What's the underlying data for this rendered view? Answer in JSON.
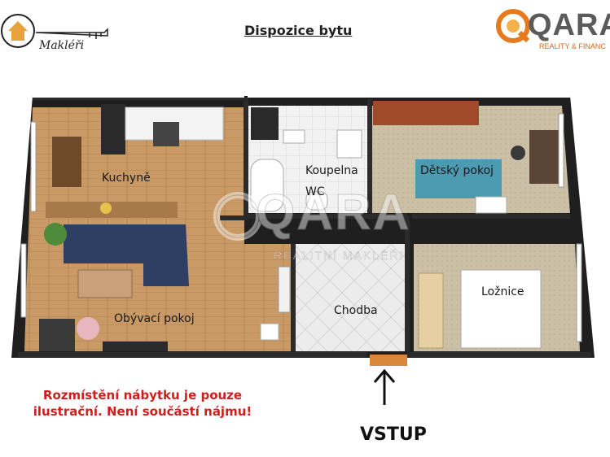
{
  "header": {
    "title": "Dispozice bytu",
    "left_logo_text": "Makléři",
    "right_logo_brand": "QARA",
    "right_logo_sub": "REALITY & FINANC"
  },
  "watermark": {
    "brand": "QARA",
    "sub": "REALITNÍ MAKLÉŘI"
  },
  "rooms": {
    "kitchen": "Kuchyně",
    "bathroom": "Koupelna",
    "wc": "WC",
    "kids_room": "Dětský pokoj",
    "living_room": "Obývací pokoj",
    "hallway": "Chodba",
    "bedroom": "Ložnice"
  },
  "notice": {
    "line1": "Rozmístění nábytku je pouze",
    "line2": "ilustrační. Není součástí nájmu!"
  },
  "entry": {
    "label": "VSTUP"
  },
  "colors": {
    "notice": "#d21d1d",
    "brand_orange": "#e87a1e",
    "wall": "#2b2b2b",
    "wood_floor": "#c99a66",
    "tile_floor": "#e6e6e6",
    "carpet_floor": "#cbbfa6"
  }
}
